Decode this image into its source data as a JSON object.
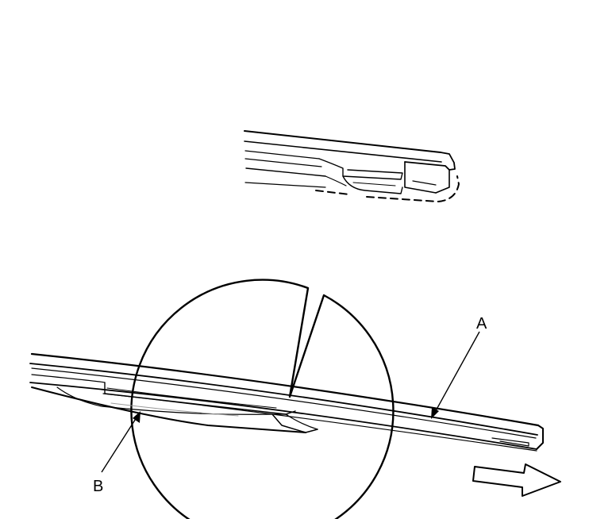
{
  "figure": {
    "callouts": {
      "a": "A",
      "b": "B"
    },
    "colors": {
      "line": "#000000",
      "fill": "#ffffff",
      "hatch": "#9a9a9a"
    },
    "icons": {
      "direction": "hollow-arrow-right-icon",
      "detail": "magnified-detail-circle"
    }
  }
}
